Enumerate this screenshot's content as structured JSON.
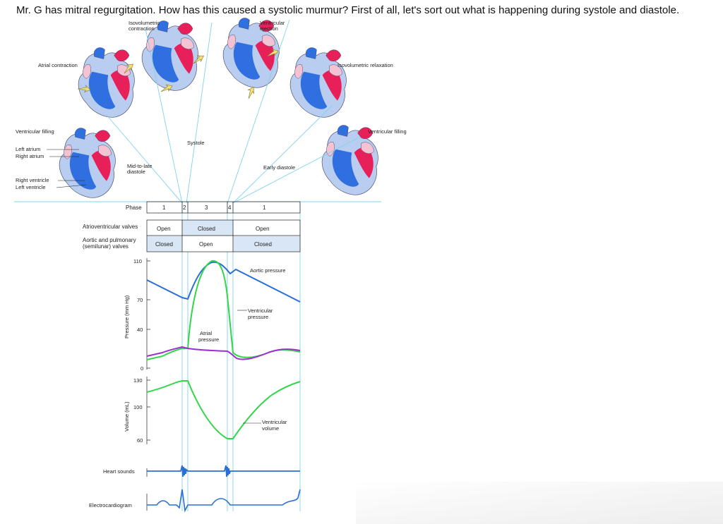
{
  "question": "Mr. G has mitral regurgitation. How has this caused a systolic murmur? First of all, let's sort out what is happening during systole and diastole.",
  "stage_labels": {
    "isovolumetric_contraction": [
      "Isovolumetric",
      "contraction"
    ],
    "ventricular_ejection": [
      "Ventricular",
      "ejection"
    ],
    "atrial_contraction": "Atrial contraction",
    "isovolumetric_relaxation": "Isovolumetric relaxation",
    "ventricular_filling_left": "Ventricular filling",
    "ventricular_filling_right": "Ventricular filling",
    "systole": "Systole",
    "early_diastole": "Early diastole",
    "mid_late_diastole": [
      "Mid-to-late",
      "diastole"
    ]
  },
  "anatomy_labels": {
    "left_atrium": "Left atrium",
    "right_atrium": "Right atrium",
    "right_ventricle": "Right ventricle",
    "left_ventricle": "Left ventricle"
  },
  "table": {
    "phase_header": "Phase",
    "phases": [
      "1",
      "2",
      "3",
      "4",
      "1"
    ],
    "av_valves_label": "Atrioventricular valves",
    "av_valves": [
      "Open",
      "Closed",
      "Open"
    ],
    "semilunar_label": [
      "Aortic and pulmonary",
      "(semilunar) valves"
    ],
    "semilunar": [
      "Closed",
      "Open",
      "Closed"
    ]
  },
  "pressure_panel": {
    "axis_title": "Pressure (mm Hg)",
    "ticks": [
      "110",
      "70",
      "40",
      "0"
    ],
    "labels": {
      "aortic": "Aortic pressure",
      "ventricular": [
        "Ventricular",
        "pressure"
      ],
      "atrial": [
        "Atrial",
        "pressure"
      ]
    }
  },
  "volume_panel": {
    "axis_title": "Volume (mL)",
    "ticks": [
      "130",
      "100",
      "60"
    ],
    "label": [
      "Ventricular",
      "volume"
    ]
  },
  "heart_sounds_label": "Heart sounds",
  "ecg_label": "Electrocardiogram",
  "colors": {
    "aortic_line": "#2a6fd6",
    "ventricular_line": "#33d64a",
    "atrial_line": "#9b2fd0",
    "phase_guides": "#7fd3ee",
    "heart_red": "#e8205a",
    "heart_blue": "#2f6fe0",
    "heart_pink": "#f3c2d3",
    "heart_lightblue": "#b9cdf0"
  }
}
